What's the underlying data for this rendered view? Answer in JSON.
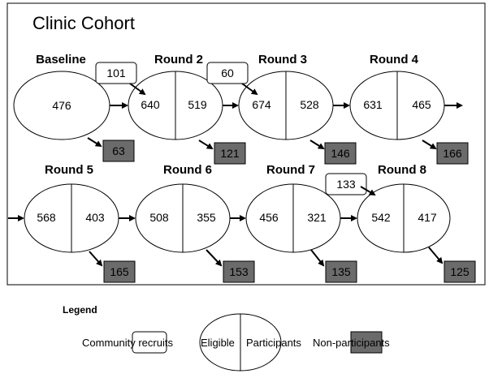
{
  "title": "Clinic Cohort",
  "baseline": {
    "label": "Baseline",
    "eligible": "476",
    "nonparticipants": "63"
  },
  "rounds": [
    {
      "label": "Round 2",
      "eligible": "640",
      "participants": "519",
      "nonparticipants": "121",
      "recruits": "101"
    },
    {
      "label": "Round 3",
      "eligible": "674",
      "participants": "528",
      "nonparticipants": "146",
      "recruits": "60"
    },
    {
      "label": "Round 4",
      "eligible": "631",
      "participants": "465",
      "nonparticipants": "166"
    },
    {
      "label": "Round 5",
      "eligible": "568",
      "participants": "403",
      "nonparticipants": "165"
    },
    {
      "label": "Round 6",
      "eligible": "508",
      "participants": "355",
      "nonparticipants": "153"
    },
    {
      "label": "Round 7",
      "eligible": "456",
      "participants": "321",
      "nonparticipants": "135"
    },
    {
      "label": "Round 8",
      "eligible": "542",
      "participants": "417",
      "nonparticipants": "125",
      "recruits": "133"
    }
  ],
  "legend": {
    "heading": "Legend",
    "community_recruits": "Community recruits",
    "eligible": "Eligible",
    "participants": "Participants",
    "nonparticipants": "Non-participants"
  },
  "colors": {
    "nonparticipant_fill": "#6b6b6b",
    "stroke": "#000000"
  }
}
